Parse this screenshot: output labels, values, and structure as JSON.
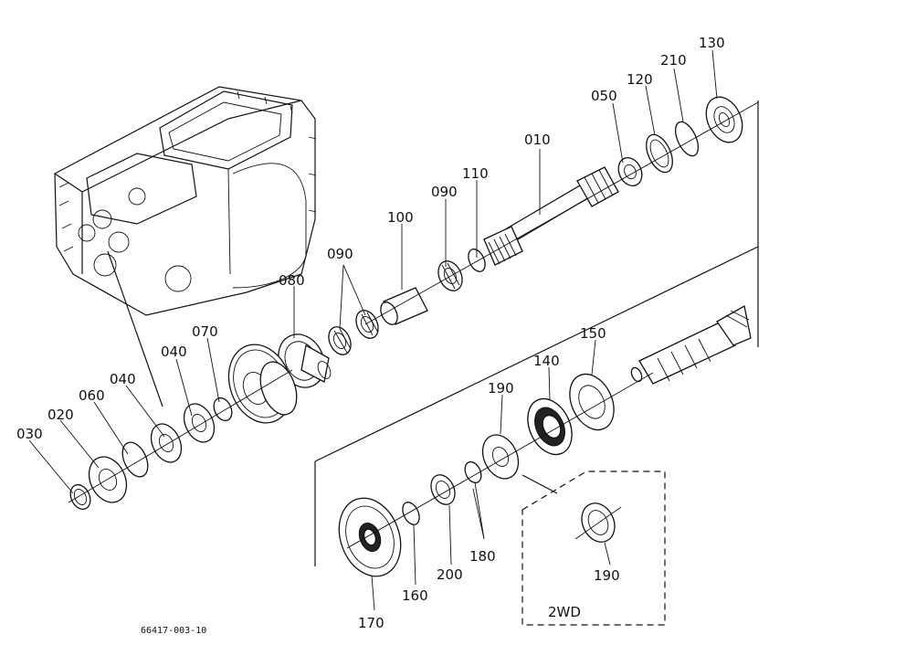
{
  "labels": {
    "p010": "010",
    "p020": "020",
    "p030": "030",
    "p040a": "040",
    "p040b": "040",
    "p050": "050",
    "p060": "060",
    "p070": "070",
    "p080": "080",
    "p090a": "090",
    "p090b": "090",
    "p100": "100",
    "p110": "110",
    "p120": "120",
    "p130": "130",
    "p140": "140",
    "p150": "150",
    "p160": "160",
    "p170": "170",
    "p180": "180",
    "p190a": "190",
    "p190b": "190",
    "p200": "200",
    "p210": "210"
  },
  "inset": {
    "title": "2WD"
  },
  "figure_code": "66417-003-10"
}
